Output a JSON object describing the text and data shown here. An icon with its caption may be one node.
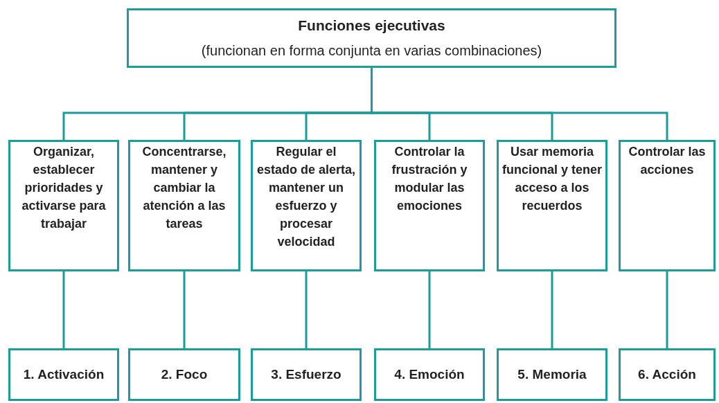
{
  "diagram": {
    "nodes": [
      {
        "text": [
          "Funciones ejecutivas",
          "(funcionan en forma conjunta en varias combinaciones)"
        ]
      },
      {
        "text": [
          "Organizar, establecer prioridades y activarse para trabajar"
        ]
      },
      {
        "text": [
          "Concentrarse, mantener y cambiar la atención a las tareas"
        ]
      },
      {
        "text": [
          "Regular el estado de alerta, mantener un esfuerzo y procesar velocidad"
        ]
      },
      {
        "text": [
          "Controlar la frustración y modular las emociones"
        ]
      },
      {
        "text": [
          "Usar memoria funcional y tener acceso a los recuerdos"
        ]
      },
      {
        "text": [
          "Controlar las acciones"
        ]
      },
      {
        "text": [
          "1. Activación"
        ]
      },
      {
        "text": [
          "2. Foco"
        ]
      },
      {
        "text": [
          "3. Esfuerzo"
        ]
      },
      {
        "text": [
          "4. Emoción"
        ]
      },
      {
        "text": [
          "5. Memoria"
        ]
      },
      {
        "text": [
          "6. Acción"
        ]
      }
    ],
    "edges": [
      {
        "from": 0,
        "to": 1,
        "arrow": "none"
      },
      {
        "from": 0,
        "to": 2,
        "arrow": "none"
      },
      {
        "from": 0,
        "to": 3,
        "arrow": "none"
      },
      {
        "from": 0,
        "to": 4,
        "arrow": "none"
      },
      {
        "from": 0,
        "to": 5,
        "arrow": "none"
      },
      {
        "from": 0,
        "to": 6,
        "arrow": "none"
      },
      {
        "from": 1,
        "to": 7,
        "arrow": "none"
      },
      {
        "from": 2,
        "to": 8,
        "arrow": "none"
      },
      {
        "from": 3,
        "to": 9,
        "arrow": "none"
      },
      {
        "from": 4,
        "to": 10,
        "arrow": "none"
      },
      {
        "from": 5,
        "to": 11,
        "arrow": "none"
      },
      {
        "from": 6,
        "to": 12,
        "arrow": "none"
      }
    ]
  }
}
